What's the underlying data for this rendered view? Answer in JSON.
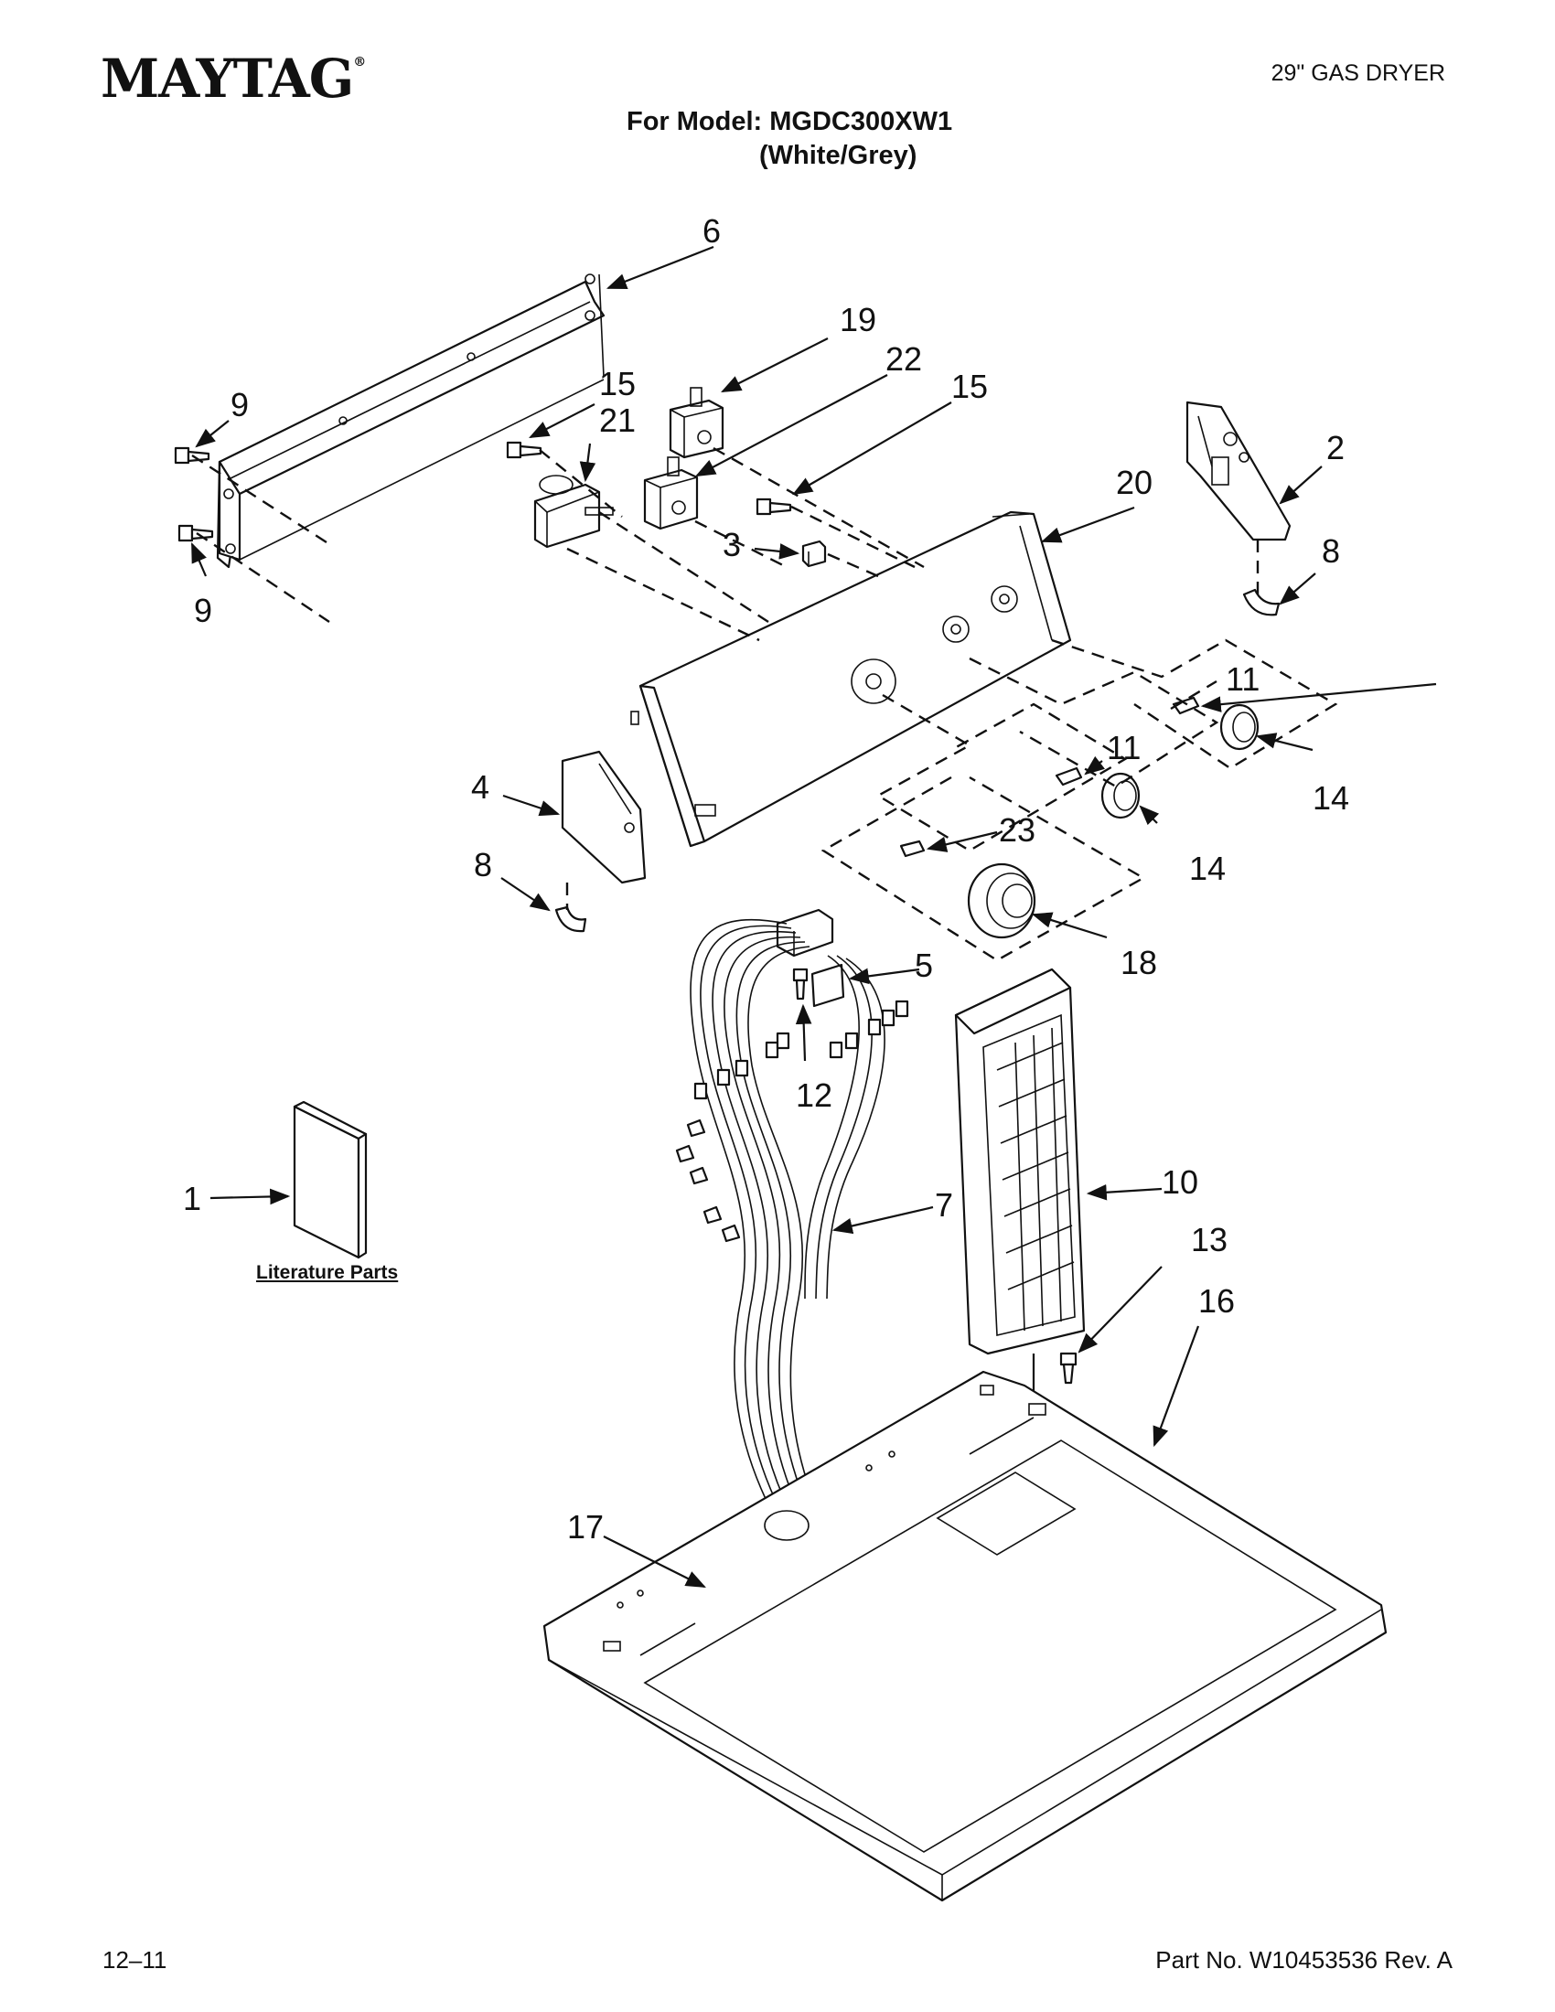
{
  "header": {
    "brand": "MAYTAG",
    "brand_mark": "®",
    "product": "29\" GAS DRYER",
    "model_line": "For Model: MGDC300XW1",
    "color_line": "(White/Grey)"
  },
  "literature_label": "Literature Parts",
  "callouts": {
    "c1": "1",
    "c2": "2",
    "c3": "3",
    "c4": "4",
    "c5": "5",
    "c6": "6",
    "c7": "7",
    "c8a": "8",
    "c8b": "8",
    "c9a": "9",
    "c9b": "9",
    "c10": "10",
    "c11a": "11",
    "c11b": "11",
    "c12": "12",
    "c13": "13",
    "c14a": "14",
    "c14b": "14",
    "c15a": "15",
    "c15b": "15",
    "c16": "16",
    "c17": "17",
    "c18": "18",
    "c19": "19",
    "c20": "20",
    "c21": "21",
    "c22": "22",
    "c23": "23"
  },
  "footer": {
    "date_code": "12–11",
    "part_number": "Part No. W10453536 Rev. A"
  }
}
